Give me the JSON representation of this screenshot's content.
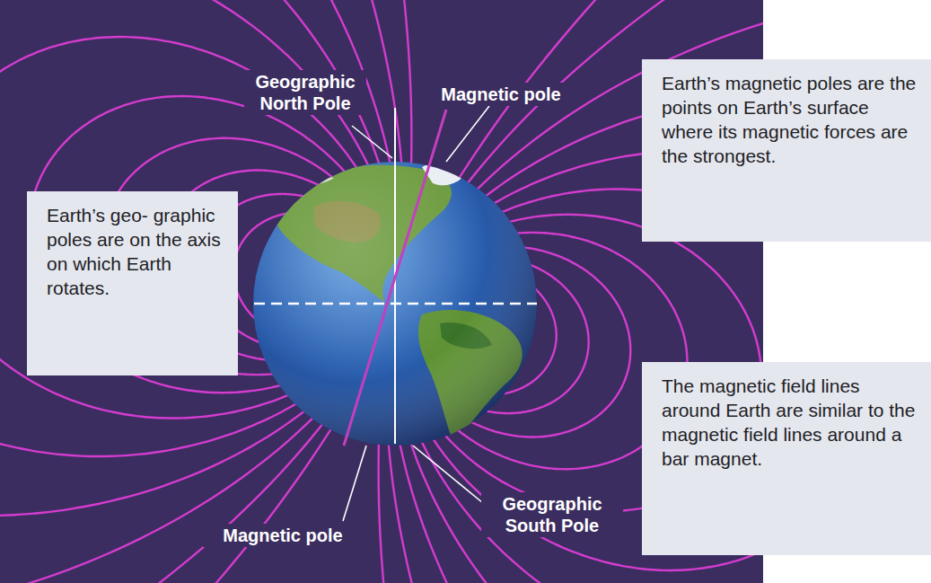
{
  "diagram": {
    "nodes": [
      {
        "text": [
          "Earth’s magnetic poles are the points on Earth’s surface where its magnetic forces are the strongest."
        ]
      },
      {
        "text": [
          "Earth’s geo- graphic poles are on the axis on which Earth rotates."
        ]
      },
      {
        "text": [
          "The magnetic field lines around Earth are similar to the magnetic field lines around a bar magnet."
        ]
      }
    ],
    "labels": [
      "Geographic North Pole",
      "Magnetic pole",
      "Magnetic pole",
      "Geographic South Pole"
    ]
  }
}
